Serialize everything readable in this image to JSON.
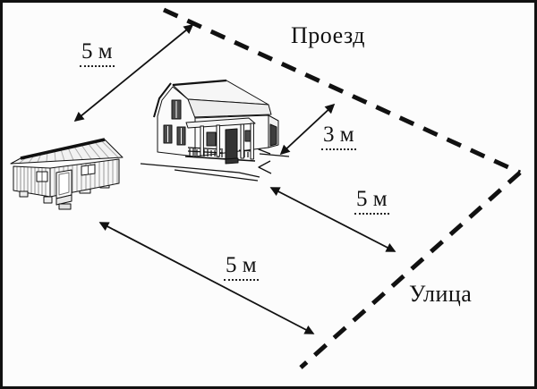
{
  "diagram": {
    "type": "site-plan-setback-distances",
    "colors": {
      "ink": "#111111",
      "paper": "#fcfcfc",
      "window_fill": "#4a4a4a"
    },
    "roads": {
      "driveway_label": "Проезд",
      "street_label": "Улица"
    },
    "measurements": {
      "shed_to_driveway": "5 м",
      "house_to_driveway": "3 м",
      "house_to_street": "5 м",
      "shed_to_street": "5 м"
    },
    "buildings": {
      "house": "house-icon",
      "shed": "shed-icon"
    }
  }
}
